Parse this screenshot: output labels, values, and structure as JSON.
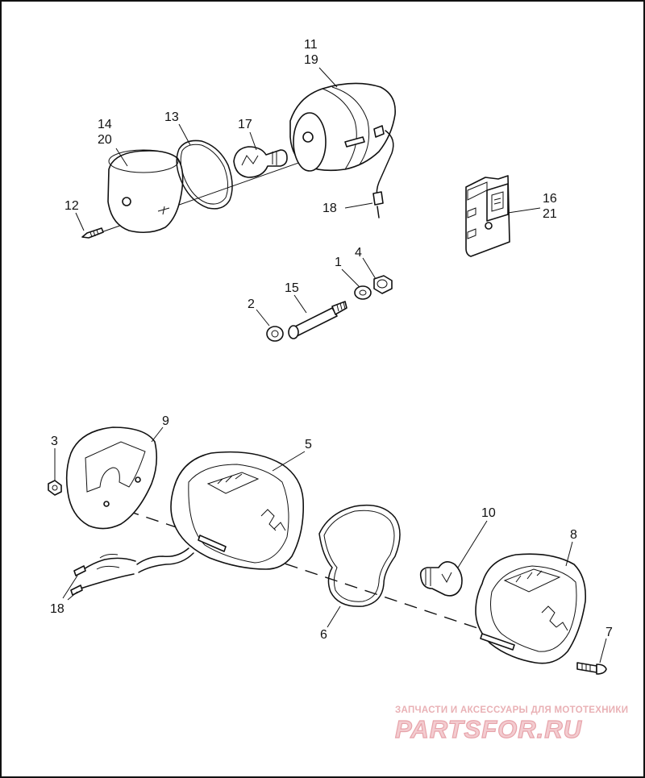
{
  "callouts": [
    {
      "id": "11",
      "text": "11"
    },
    {
      "id": "19",
      "text": "19"
    },
    {
      "id": "14",
      "text": "14"
    },
    {
      "id": "20",
      "text": "20"
    },
    {
      "id": "13",
      "text": "13"
    },
    {
      "id": "17",
      "text": "17"
    },
    {
      "id": "12",
      "text": "12"
    },
    {
      "id": "18a",
      "text": "18"
    },
    {
      "id": "16",
      "text": "16"
    },
    {
      "id": "21",
      "text": "21"
    },
    {
      "id": "1",
      "text": "1"
    },
    {
      "id": "4",
      "text": "4"
    },
    {
      "id": "15",
      "text": "15"
    },
    {
      "id": "2",
      "text": "2"
    },
    {
      "id": "9",
      "text": "9"
    },
    {
      "id": "3",
      "text": "3"
    },
    {
      "id": "5",
      "text": "5"
    },
    {
      "id": "10",
      "text": "10"
    },
    {
      "id": "8",
      "text": "8"
    },
    {
      "id": "18b",
      "text": "18"
    },
    {
      "id": "6",
      "text": "6"
    },
    {
      "id": "7",
      "text": "7"
    }
  ],
  "watermark": {
    "tagline": "ЗАПЧАСТИ И АКСЕССУАРЫ ДЛЯ МОТОТЕХНИКИ",
    "logo": "PARTSFOR.RU",
    "color": "#e59aa1"
  },
  "frame_color": "#111111"
}
